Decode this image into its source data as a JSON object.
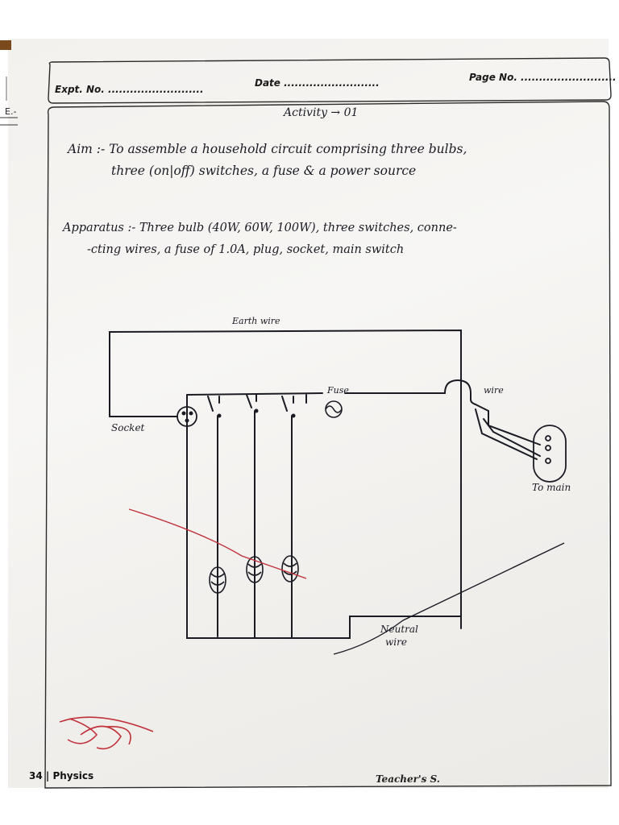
{
  "header": {
    "expt_label": "Expt. No. ..........................",
    "date_label": "Date ..........................",
    "page_label": "Page No. ..........................",
    "edge_mark": "E.-"
  },
  "content": {
    "title": "Activity → 01",
    "aim_line1": "Aim :- To assemble a household circuit comprising three bulbs,",
    "aim_line2": "three (on|off) switches, a fuse & a power source",
    "apparatus_line1": "Apparatus :- Three bulb (40W, 60W, 100W), three switches, conne-",
    "apparatus_line2": "-cting wires, a fuse of 1.0A, plug, socket, main switch"
  },
  "diagram": {
    "earth_wire": "Earth wire",
    "fuse": "Fuse",
    "wire": "wire",
    "socket": "Socket",
    "to_main": "To main",
    "neutral_wire_1": "Neutral",
    "neutral_wire_2": "wire"
  },
  "footer": {
    "page_number": "34 | Physics",
    "teacher_sign": "Teacher's S."
  },
  "colors": {
    "ink": "#1b1b24",
    "red_ink": "#c0323a",
    "paper": "#f4f2ef",
    "binding": "#7a4a1c"
  },
  "icons": [
    "bulb-icon",
    "switch-icon",
    "fuse-icon",
    "socket-icon",
    "plug-icon"
  ]
}
